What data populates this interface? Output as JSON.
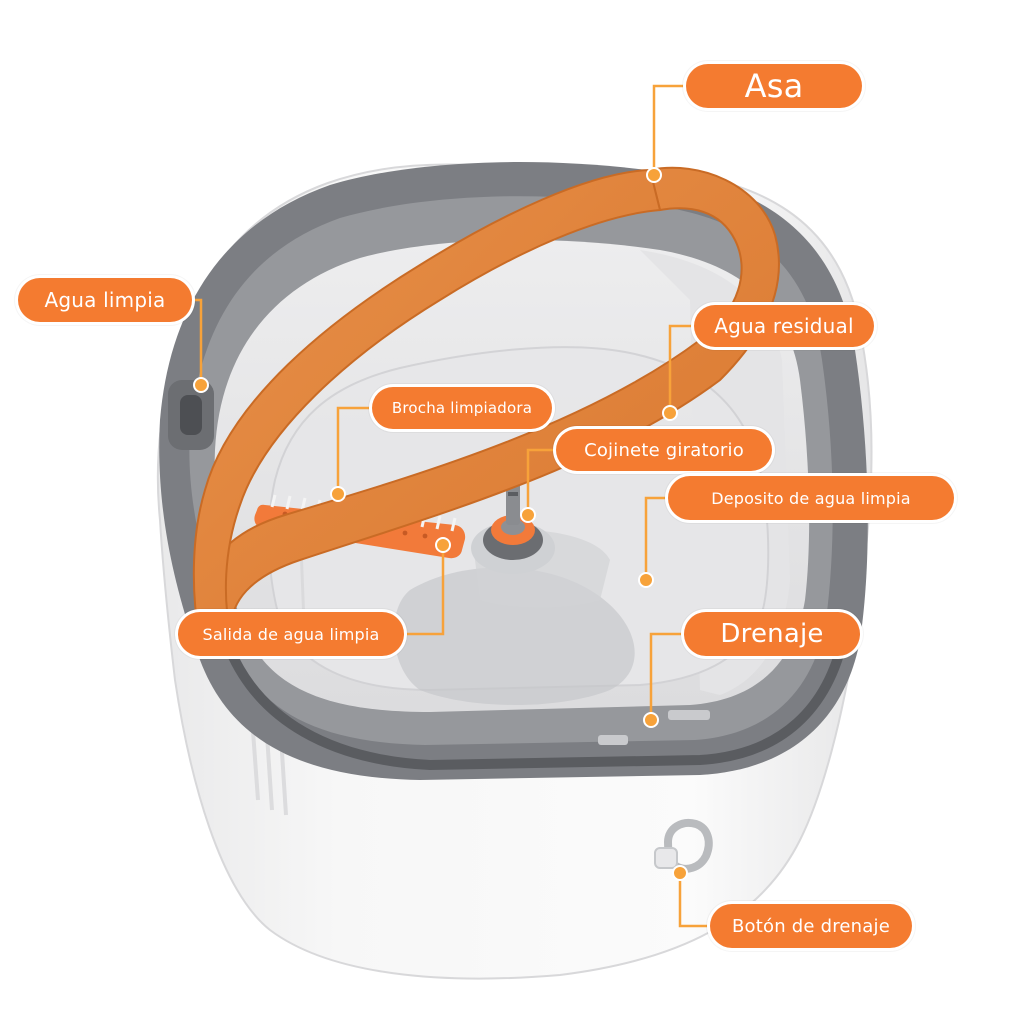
{
  "colors": {
    "accent": "#f47b30",
    "leader": "#f7a23a",
    "bucket_white": "#f1f1f1",
    "rim_gray": "#7a7c80",
    "handle_orange": "#e38a3c"
  },
  "labels": {
    "asa": "Asa",
    "agua_limpia": "Agua limpia",
    "agua_residual": "Agua residual",
    "brocha_limpiadora": "Brocha limpiadora",
    "cojinete_giratorio": "Cojinete giratorio",
    "deposito_agua_limpia": "Deposito de agua limpia",
    "salida_agua_limpia": "Salida de agua limpia",
    "drenaje": "Drenaje",
    "boton_drenaje": "Botón de drenaje"
  }
}
